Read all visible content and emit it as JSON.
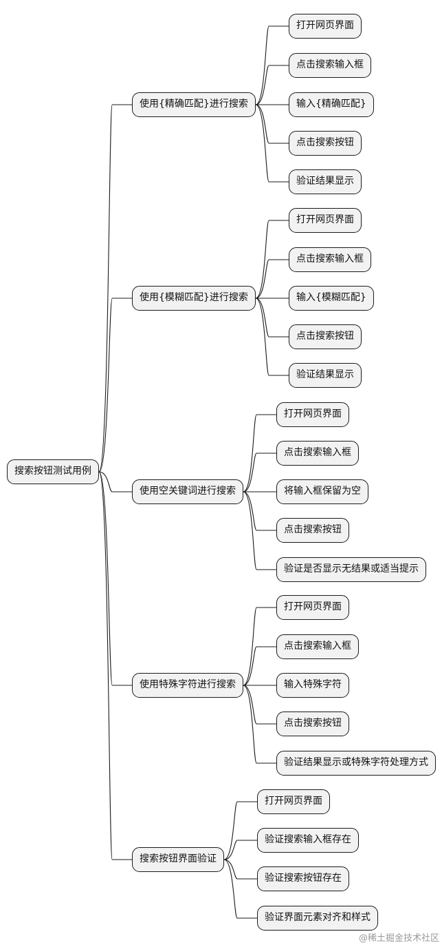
{
  "mindmap": {
    "root": "搜索按钮测试用例",
    "branches": [
      {
        "label": "使用{精确匹配}进行搜索",
        "children": [
          "打开网页界面",
          "点击搜索输入框",
          "输入{精确匹配}",
          "点击搜索按钮",
          "验证结果显示"
        ]
      },
      {
        "label": "使用{模糊匹配}进行搜索",
        "children": [
          "打开网页界面",
          "点击搜索输入框",
          "输入{模糊匹配}",
          "点击搜索按钮",
          "验证结果显示"
        ]
      },
      {
        "label": "使用空关键词进行搜索",
        "children": [
          "打开网页界面",
          "点击搜索输入框",
          "将输入框保留为空",
          "点击搜索按钮",
          "验证是否显示无结果或适当提示"
        ]
      },
      {
        "label": "使用特殊字符进行搜索",
        "children": [
          "打开网页界面",
          "点击搜索输入框",
          "输入特殊字符",
          "点击搜索按钮",
          "验证结果显示或特殊字符处理方式"
        ]
      },
      {
        "label": "搜索按钮界面验证",
        "children": [
          "打开网页界面",
          "验证搜索输入框存在",
          "验证搜索按钮存在",
          "验证界面元素对齐和样式"
        ]
      }
    ]
  },
  "watermark": "@稀土掘金技术社区",
  "colors": {
    "node_fill": "#f2f2f2",
    "node_border": "#1a1a1a",
    "edge": "#1a1a1a",
    "watermark": "#9a9a9a"
  }
}
